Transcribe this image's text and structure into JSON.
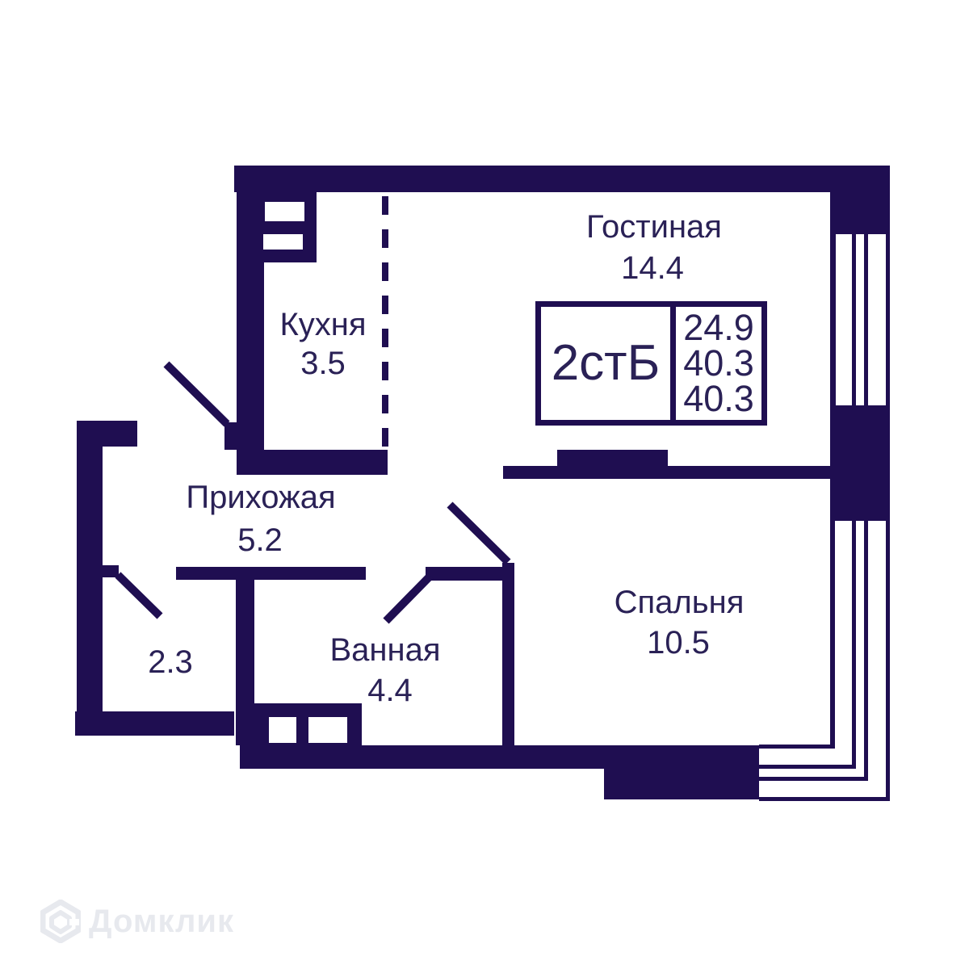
{
  "plan": {
    "rooms": [
      {
        "name": "Гостиная",
        "area": "14.4"
      },
      {
        "name": "Кухня",
        "area": "3.5"
      },
      {
        "name": "Прихожая",
        "area": "5.2"
      },
      {
        "name": "Ванная",
        "area": "4.4"
      },
      {
        "name": "Спальня",
        "area": "10.5"
      },
      {
        "name": "",
        "area": "2.3"
      }
    ],
    "info_box": {
      "type": "2стБ",
      "values": [
        "24.9",
        "40.3",
        "40.3"
      ]
    }
  },
  "watermark": {
    "text": "Домклик"
  },
  "colors": {
    "wall": "#1f0e51",
    "text": "#2a2156",
    "background": "#ffffff",
    "watermark": "#e7e9ee"
  }
}
